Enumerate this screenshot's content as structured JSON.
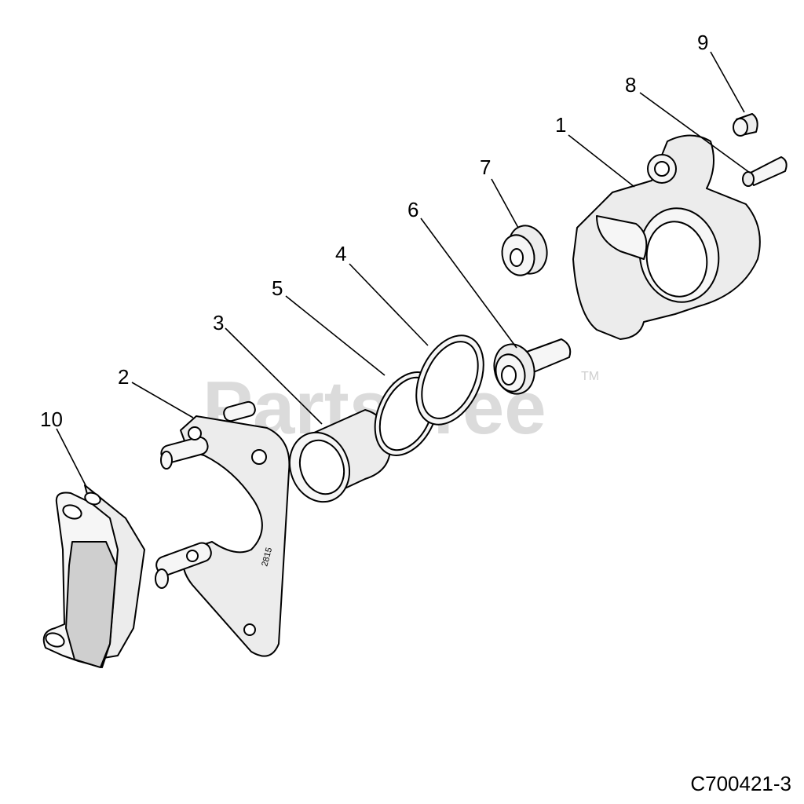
{
  "watermark": {
    "text": "PartsTree",
    "tm": "TM"
  },
  "figure_code": "C700421-3",
  "bracket_stamp": "2815",
  "callouts": [
    "1",
    "2",
    "3",
    "4",
    "5",
    "6",
    "7",
    "8",
    "9",
    "10"
  ],
  "colors": {
    "part_fill": "#ececec",
    "outline": "#000000",
    "watermark": "#cfcfcf"
  }
}
